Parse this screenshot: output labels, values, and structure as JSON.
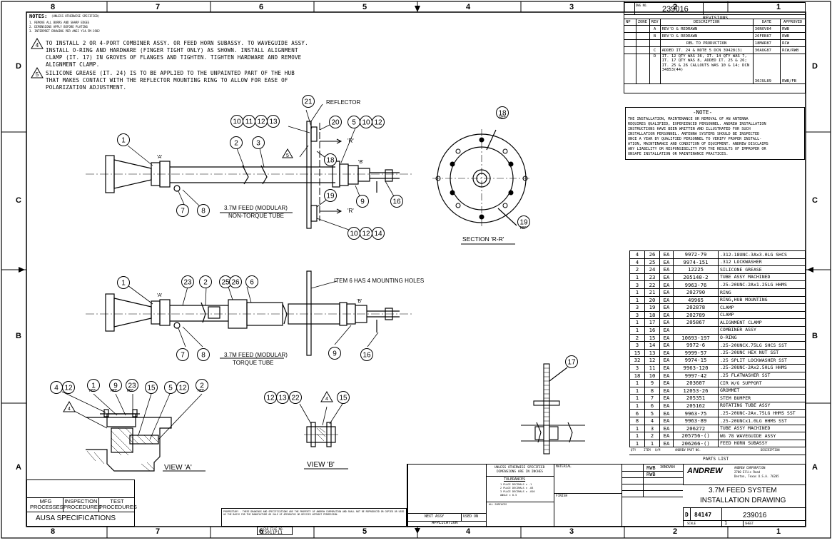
{
  "zones": {
    "top": [
      "8",
      "7",
      "6",
      "5",
      "4",
      "3",
      "2",
      "1"
    ],
    "bottom": [
      "8",
      "7",
      "6",
      "5",
      "4",
      "3",
      "2",
      "1"
    ],
    "left": [
      "D",
      "C",
      "B",
      "A"
    ],
    "right": [
      "D",
      "C",
      "B",
      "A"
    ]
  },
  "notes": {
    "heading": "NOTES:",
    "heading_sub": "(UNLESS OTHERWISE SPECIFIED)",
    "general": [
      "1. REMOVE ALL BURRS AND SHARP EDGES",
      "2. DIMENSIONS APPLY BEFORE PLATING",
      "3. INTERPRET DRAWING PER ANSI Y14.5M-1982"
    ],
    "note4_num": "4",
    "note4": [
      "TO INSTALL 2 OR 4-PORT COMBINER ASSY. OR FEED HORN SUBASSY. TO WAVEGUIDE ASSY.",
      "INSTALL O-RING AND HARDWARE (FINGER TIGHT ONLY) AS SHOWN. INSTALL ALIGNMENT",
      "CLAMP (IT. 17) IN GROVES OF FLANGES AND TIGHTEN. TIGHTEN HARDWARE AND REMOVE",
      "ALIGNMENT CLAMP."
    ],
    "note5_num": "5",
    "note5": [
      "SILICONE GREASE (IT. 24) IS TO BE APPLIED TO THE UNPAINTED PART OF THE HUB",
      "THAT MAKES CONTACT WITH THE REFLECTOR MOUNTING RING TO ALLOW FOR EASE OF",
      "POLARIZATION ADJUSTMENT."
    ]
  },
  "view1": {
    "title1": "3.7M FEED (MODULAR)",
    "title2": "NON-TORQUE TUBE",
    "reflector": "REFLECTOR",
    "balloons": [
      "1",
      "2",
      "3",
      "7",
      "8",
      "9",
      "16",
      "18",
      "19",
      "20",
      "21"
    ],
    "groups": [
      "10111213",
      "51012",
      "101214"
    ],
    "section_marks": [
      "'A'",
      "'B'",
      "'R'",
      "'R'"
    ],
    "flag": "5"
  },
  "section_rr": {
    "title": "SECTION 'R-R'",
    "balloon_top": "18",
    "balloon_bottom": "19",
    "ref": "REF"
  },
  "view2": {
    "title1": "3.7M FEED (MODULAR)",
    "title2": "TORQUE TUBE",
    "callout": "ITEM 6 HAS 4 MOUNTING HOLES",
    "balloons": [
      "1",
      "23",
      "2",
      "25",
      "26",
      "6",
      "7",
      "8",
      "9",
      "16"
    ],
    "marks": [
      "'A'",
      "'B'"
    ]
  },
  "view_a": {
    "title": "VIEW 'A'",
    "balloons": [
      "4",
      "12",
      "1",
      "9",
      "23",
      "15",
      "5",
      "12",
      "2"
    ],
    "ref": "REF",
    "flag": "4"
  },
  "view_b": {
    "title": "VIEW 'B'",
    "balloons": [
      "12",
      "13",
      "22",
      "15"
    ],
    "flag": "4"
  },
  "view_17": {
    "balloon": "17"
  },
  "note_box": {
    "title": "-NOTE-",
    "lines": [
      "THE INSTALLATION, MAINTENANCE OR REMOVAL OF AN ANTENNA",
      "REQUIRES QUALIFIED, EXPERIENCED PERSONNEL. ANDREW INSTALLATION",
      "INSTRUCTIONS HAVE BEEN WRITTEN AND ILLUSTRATED FOR SUCH",
      "INSTALLATION PERSONNEL. ANTENNA SYSTEMS SHOULD BE INSPECTED",
      "ONCE A YEAR BY QUALIFIED PERSONNEL TO VERIFY PROPER INSTALL-",
      "ATION, MAINTENANCE AND CONDITION OF EQUIPMENT. ANDREW DISCLAIMS",
      "ANY LIABILITY OR RESPONSIBILITY FOR THE RESULTS OF IMPROPER OR",
      "UNSAFE INSTALLATION OR MAINTENANCE PRACTICES."
    ]
  },
  "revisions": {
    "dwg_label": "DWG NO.",
    "dwg_no": "239016",
    "title": "REVISIONS",
    "headers": [
      "NP",
      "ZONE",
      "REV",
      "DESCRIPTION",
      "DATE",
      "APPROVED"
    ],
    "rows": [
      [
        "",
        "",
        "A",
        "REV'D & REDRAWN",
        "30NOV84",
        "RWB"
      ],
      [
        "",
        "",
        "B",
        "REV'D & REDRAWN",
        "26FEB87",
        "RWB"
      ],
      [
        "",
        "",
        "",
        "REL TO PRODUCTION",
        "18MAR87",
        "RCW"
      ],
      [
        "",
        "",
        "C",
        "ADDED IT. 24 & NOTE 5  DCN 39428(3)",
        "30AUG87",
        "RCW/RWB"
      ],
      [
        "",
        "",
        "D",
        "IT. 12 QTY WAS 36, IT. 14 QTY WAS 7, IT. 17 QTY WAS 8, ADDED IT. 25 & 26; IT. 25 & 26 CALLOUTS WAS 10 & 14; DCN 34853(44)",
        "30JUL89",
        "RWB/FB"
      ]
    ]
  },
  "parts": {
    "rows": [
      [
        "4",
        "26",
        "EA",
        "9972-79",
        ".312-18UNC-3Ax3.0LG SHCS"
      ],
      [
        "4",
        "25",
        "EA",
        "9974-151",
        ".312 LOCKWASHER"
      ],
      [
        "2",
        "24",
        "EA",
        "12225",
        "SILICONE GREASE"
      ],
      [
        "1",
        "23",
        "EA",
        "205140-2",
        "TUBE ASSY MACHINED"
      ],
      [
        "3",
        "22",
        "EA",
        "9963-76",
        ".25-20UNC-2Ax1.25LG HHMS"
      ],
      [
        "1",
        "21",
        "EA",
        "202790",
        "RING"
      ],
      [
        "1",
        "20",
        "EA",
        "49965",
        "RING,HUB MOUNTING"
      ],
      [
        "3",
        "19",
        "EA",
        "202878",
        "CLAMP"
      ],
      [
        "3",
        "18",
        "EA",
        "202789",
        "CLAMP"
      ],
      [
        "1",
        "17",
        "EA",
        "205867",
        "ALIGNMENT CLAMP"
      ],
      [
        "1",
        "16",
        "EA",
        "",
        "COMBINER ASSY"
      ],
      [
        "2",
        "15",
        "EA",
        "10693-197",
        "O-RING"
      ],
      [
        "3",
        "14",
        "EA",
        "9972-6",
        ".25-20UNCX.75LG SHCS SST"
      ],
      [
        "15",
        "13",
        "EA",
        "9999-57",
        ".25-20UNC HEX NUT SST"
      ],
      [
        "32",
        "12",
        "EA",
        "9974-15",
        ".25 SPLIT LOCKWASHER SST"
      ],
      [
        "3",
        "11",
        "EA",
        "9963-120",
        ".25-20UNC-2Ax2.50LG HHMS"
      ],
      [
        "18",
        "10",
        "EA",
        "9997-42",
        ".25 FLATWASHER SST"
      ],
      [
        "1",
        "9",
        "EA",
        "203607",
        "CIR W/G SUPPORT"
      ],
      [
        "1",
        "8",
        "EA",
        "12053-26",
        "GROMMET"
      ],
      [
        "1",
        "7",
        "EA",
        "205351",
        "STEM BUMPER"
      ],
      [
        "1",
        "6",
        "EA",
        "205162",
        "ROTATING TUBE ASSY"
      ],
      [
        "6",
        "5",
        "EA",
        "9963-75",
        ".25-20UNC-2Ax.75LG HHMS SST"
      ],
      [
        "8",
        "4",
        "EA",
        "9963-89",
        ".25-20UNCx1.0LG HHMS SST"
      ],
      [
        "1",
        "3",
        "EA",
        "206272",
        "TUBE ASSY MACHINED"
      ],
      [
        "1",
        "2",
        "EA",
        "205756-()",
        "WG 78 WAVEGUIDE ASSY"
      ],
      [
        "1",
        "1",
        "EA",
        "206266-()",
        "FEED HORN SUBASSY"
      ]
    ],
    "header": [
      "QTY",
      "ITEM",
      "U/M",
      "ANDREW PART NO.",
      "DESCRIPTION"
    ],
    "list_label": "PARTS LIST"
  },
  "specs": {
    "mfg": "MFG PROCESSES",
    "insp": "INSPECTION PROCEDURES",
    "test": "TEST PROCEDURES",
    "ausa": "AUSA SPECIFICATIONS"
  },
  "title_block": {
    "tolerance_head1": "UNLESS OTHERWISE SPECIFIED",
    "tolerance_head2": "DIMENSIONS ARE IN INCHES",
    "tolerances": "TOLERANCES",
    "tol_lines": [
      "1 PLACE DECIMALS ± .1",
      "2 PLACE DECIMALS ± .03",
      "3 PLACE DECIMALS ± .010",
      "ANGLE ± 0.5"
    ],
    "surfaces": "ALL SURFACES",
    "material": "MATERIAL",
    "finish": "FINISH",
    "next_assy": "NEXT ASSY",
    "used_on": "USED ON",
    "application": "APPLICATION",
    "cad_file_label": "CAD FILE NO.",
    "cad_file": "ES011P11",
    "drawn": "RWB",
    "checked": "RWB",
    "drawn_date": "30NOV84",
    "company": "ANDREW",
    "company_full": "ANDREW CORPORATION",
    "address": [
      "2700 Ellis Road",
      "Denton, Texas  U.S.A.  76205"
    ],
    "title1": "3.7M FEED SYSTEM",
    "title2": "INSTALLATION DRAWING",
    "size": "D",
    "cage": "84147",
    "dwg_no": "239016",
    "scale_label": "SCALE",
    "sheet_label": "SHEET",
    "sheet": "1"
  },
  "prop_notice": "PROPRIETARY - THESE DRAWINGS AND SPECIFICATIONS ARE THE PROPERTY OF ANDREW CORPORATION AND SHALL NOT BE REPRODUCED OR COPIED OR USED AS THE BASIS FOR THE MANUFACTURE OR SALE OF APPARATUS OR DEVICES WITHOUT PERMISSION."
}
